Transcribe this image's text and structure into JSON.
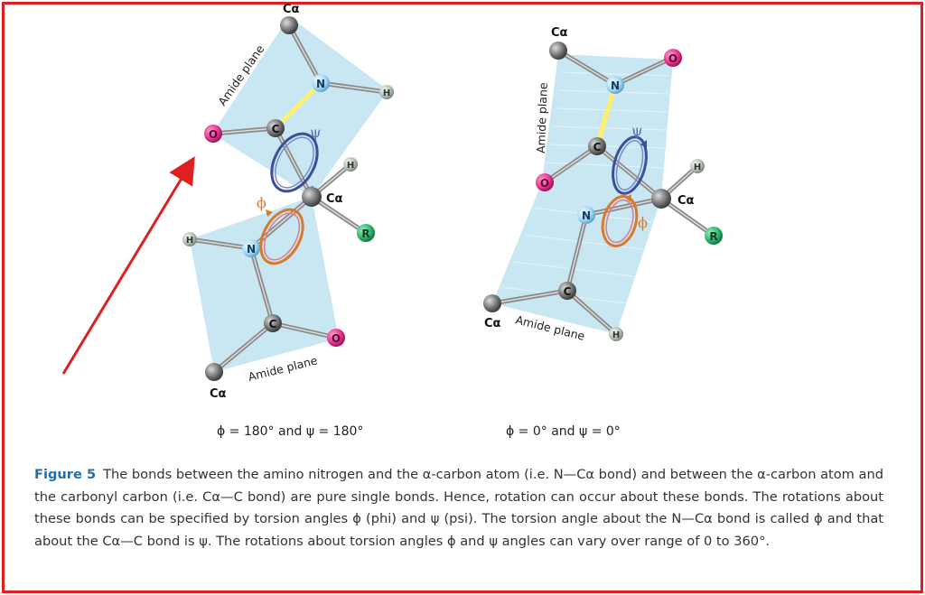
{
  "figure": {
    "left": {
      "top_label": "Cα",
      "plane_label_top": "Amide plane",
      "plane_label_bottom": "Amide plane",
      "bottom_label": "Cα",
      "ca_label": "Cα",
      "psi_symbol": "ψ",
      "phi_symbol": "ϕ",
      "angles": "ϕ = 180° and ψ = 180°"
    },
    "right": {
      "top_label": "Cα",
      "plane_label_top": "Amide plane",
      "plane_label_bottom": "Amide plane",
      "bottom_label": "Cα",
      "ca_label": "Cα",
      "psi_symbol": "ψ",
      "phi_symbol": "ϕ",
      "angles": "ϕ = 0° and ψ = 0°"
    },
    "atoms": {
      "N": "N",
      "C": "C",
      "O": "O",
      "H": "H",
      "R": "R"
    },
    "colors": {
      "plane": "#bfe3f0",
      "nitrogen": "#9fd6f2",
      "oxygen": "#e8368f",
      "carbon": "#7a7a7a",
      "hydrogen": "#b5c2b5",
      "r_group": "#2fb86b",
      "psi_ring": "#3c4f9a",
      "phi_ring": "#d9792a",
      "arrow": "#e02020",
      "frame": "#e02020",
      "figure_label": "#1f6fae"
    }
  },
  "caption": {
    "label": "Figure 5",
    "text": "The bonds between the amino nitrogen and the α-carbon atom (i.e. N—Cα bond) and between the α-carbon atom and the carbonyl carbon (i.e. Cα—C bond) are pure single bonds. Hence, rotation can occur about these bonds. The rotations about these bonds can be specified by torsion angles ϕ (phi) and ψ (psi). The torsion angle about the N—Cα bond is called ϕ and that about the Cα—C bond is ψ. The rotations about torsion angles ϕ and ψ angles can vary over range of 0 to 360°."
  }
}
